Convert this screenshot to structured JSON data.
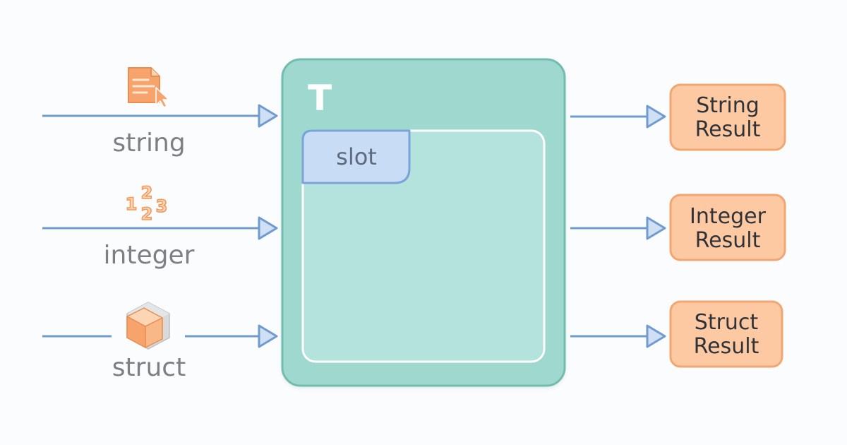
{
  "colors": {
    "line": "#6f9bd1",
    "arrow_fill": "#cfe0f4",
    "icon_orange": "#f6a46c",
    "icon_orange_light": "#fcd5b5",
    "box_fill": "#9fd8cf",
    "box_stroke": "#72bcae",
    "inner_fill": "#b3e3dc",
    "slot_fill": "#c8dcf5",
    "slot_stroke": "#7aa3da",
    "result_fill": "#fcc9a3",
    "result_stroke": "#f2a672"
  },
  "inputs": [
    {
      "label": "string",
      "icon": "document-cursor-icon"
    },
    {
      "label": "integer",
      "icon": "numbers-icon"
    },
    {
      "label": "struct",
      "icon": "cube-icon"
    }
  ],
  "generic_box": {
    "title": "T",
    "slot_label": "slot"
  },
  "outputs": [
    {
      "line1": "String",
      "line2": "Result"
    },
    {
      "line1": "Integer",
      "line2": "Result"
    },
    {
      "line1": "Struct",
      "line2": "Result"
    }
  ],
  "numbers_icon": {
    "d1": "1",
    "d2": "2",
    "d3": "2",
    "d4": "3"
  }
}
